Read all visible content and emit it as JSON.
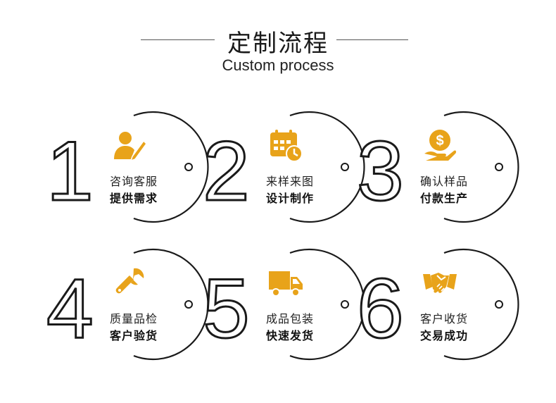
{
  "header": {
    "title": "定制流程",
    "subtitle": "Custom process"
  },
  "accent_color": "#e8a31a",
  "steps": [
    {
      "number": "1",
      "icon": "person-pen-icon",
      "line1": "咨询客服",
      "line2": "提供需求"
    },
    {
      "number": "2",
      "icon": "calendar-clock-icon",
      "line1": "来样来图",
      "line2": "设计制作"
    },
    {
      "number": "3",
      "icon": "money-hand-icon",
      "line1": "确认样品",
      "line2": "付款生产"
    },
    {
      "number": "4",
      "icon": "wrench-icon",
      "line1": "质量品检",
      "line2": "客户验货"
    },
    {
      "number": "5",
      "icon": "truck-icon",
      "line1": "成品包装",
      "line2": "快速发货"
    },
    {
      "number": "6",
      "icon": "handshake-icon",
      "line1": "客户收货",
      "line2": "交易成功"
    }
  ]
}
